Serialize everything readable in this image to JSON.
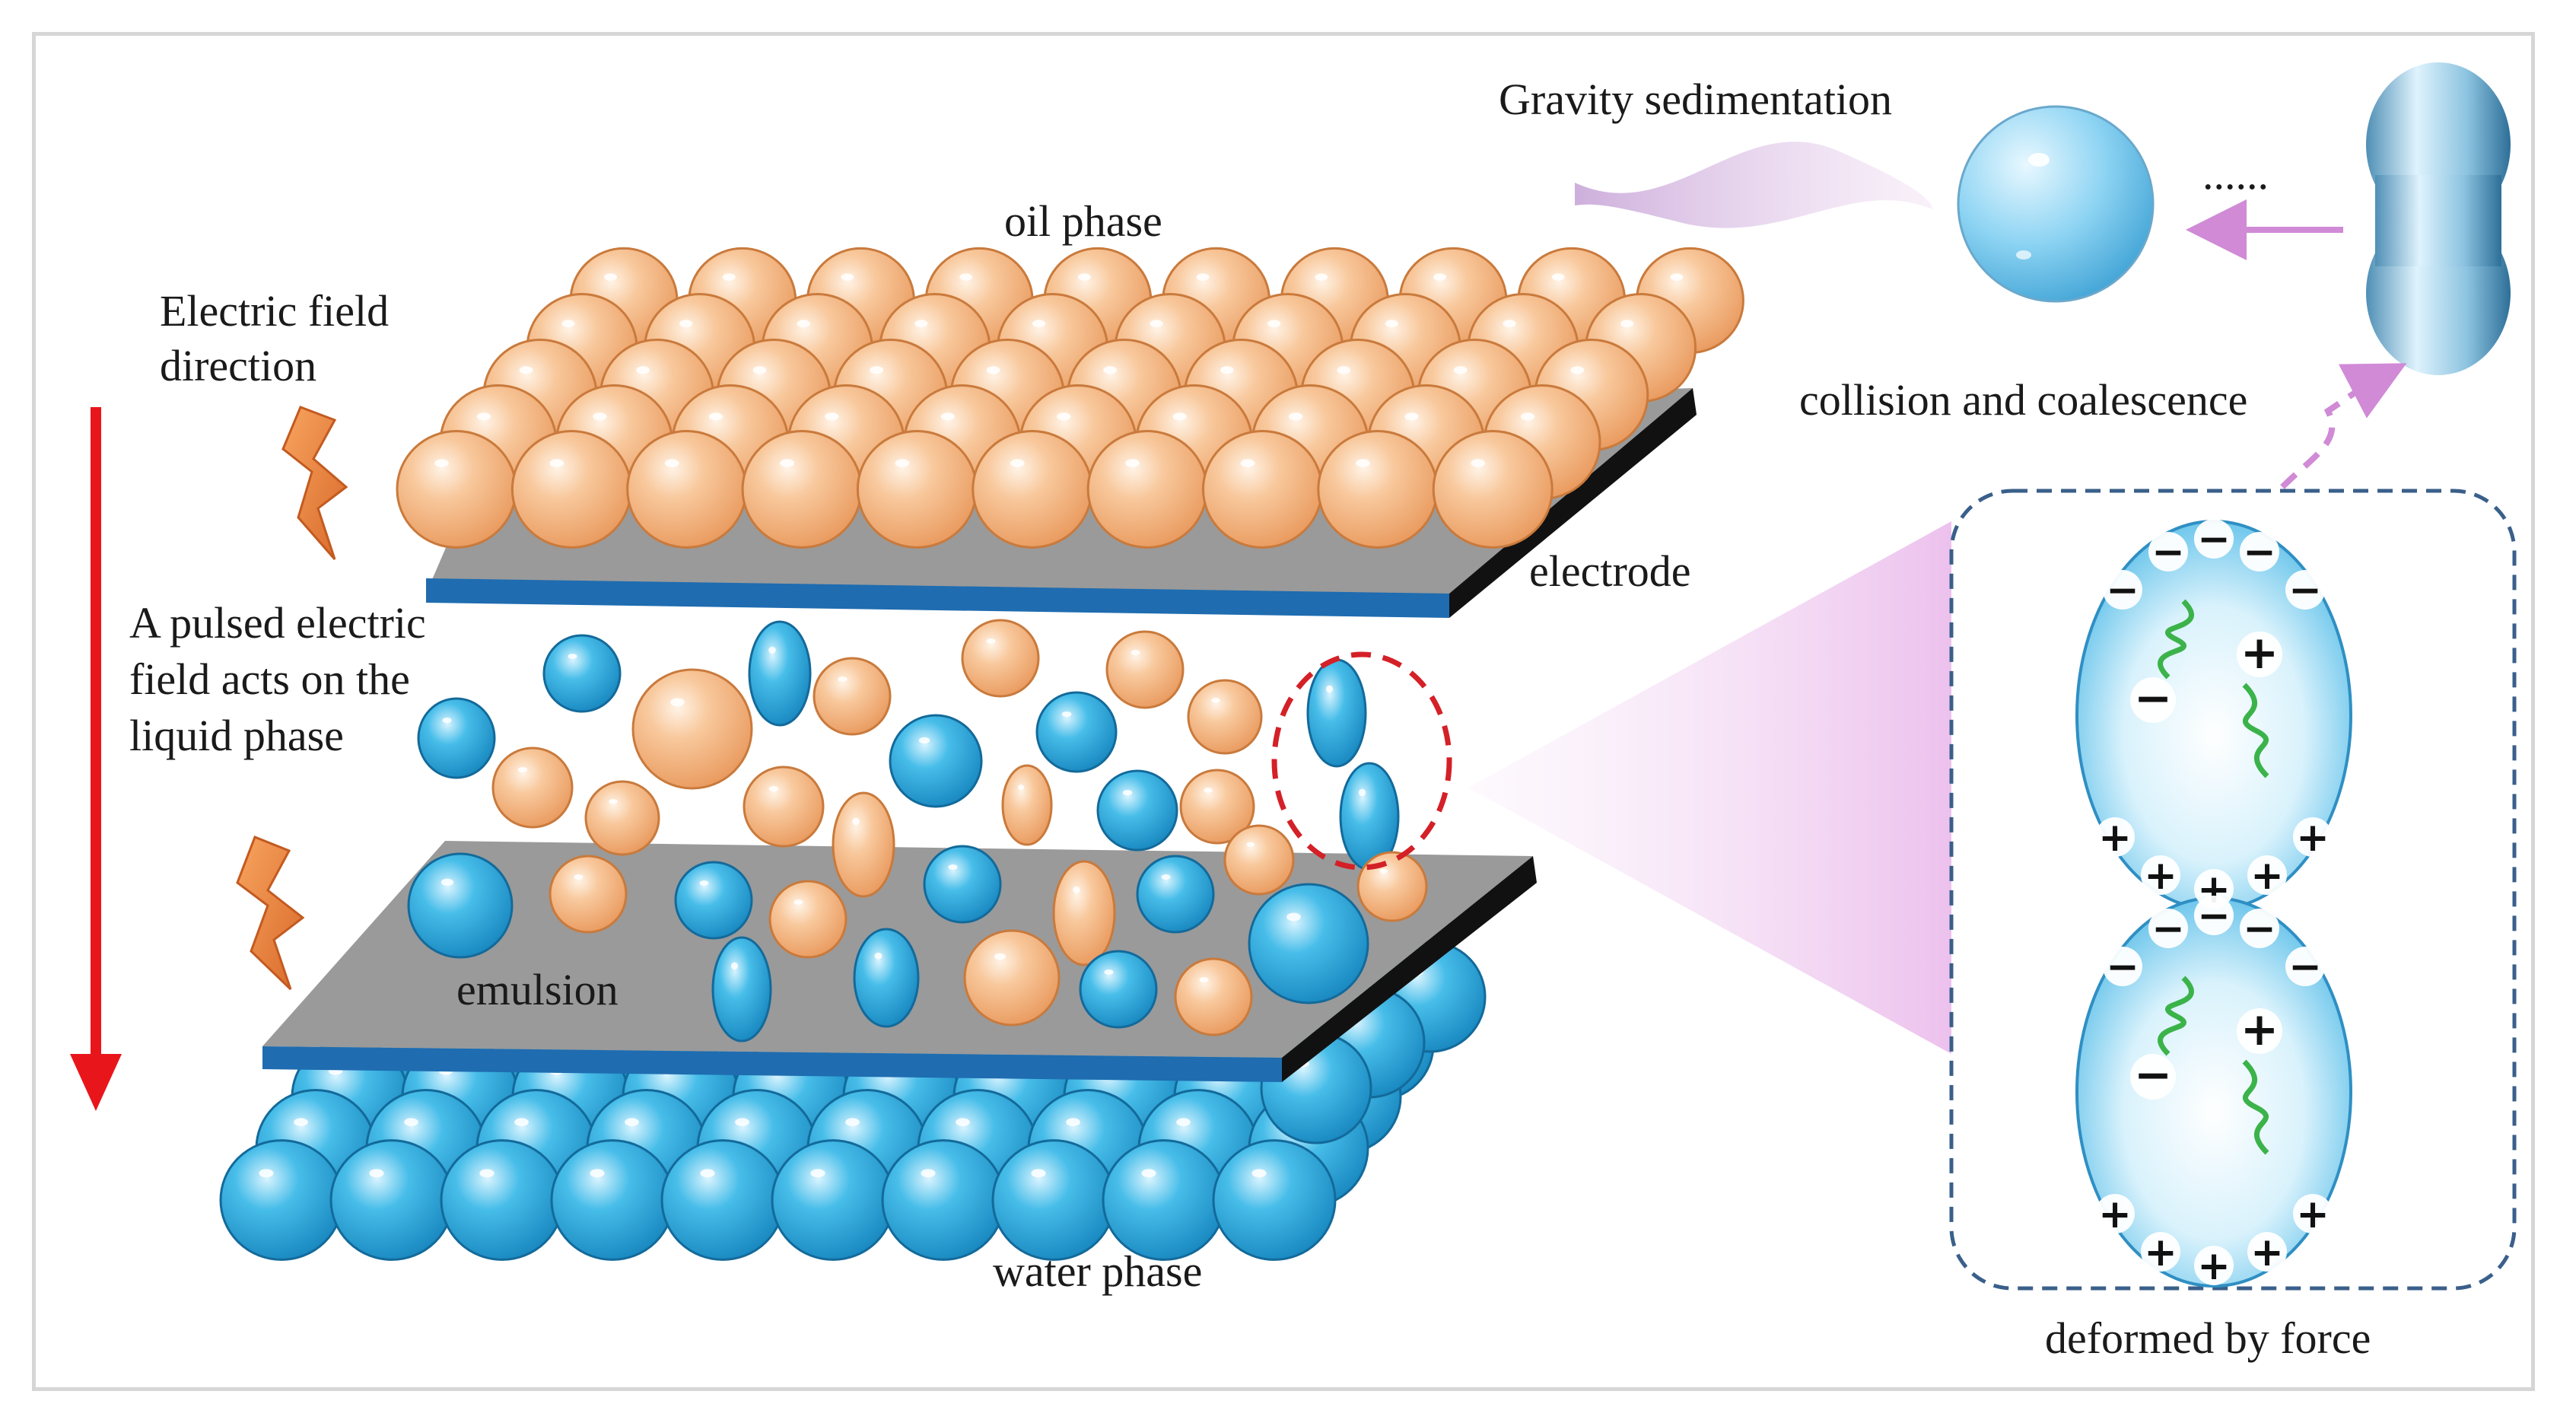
{
  "labels": {
    "gravity": "Gravity sedimentation",
    "dots": "......",
    "oil_phase": "oil phase",
    "electric_field_line1": "Electric field",
    "electric_field_line2": "direction",
    "collision": "collision and coalescence",
    "electrode": "electrode",
    "pulsed_line1": "A pulsed electric",
    "pulsed_line2": "field acts on the",
    "pulsed_line3": "liquid phase",
    "emulsion": "emulsion",
    "water_phase": "water phase",
    "deformed": "deformed by force"
  },
  "charges": {
    "negative": "−",
    "positive": "+"
  },
  "colors": {
    "oil": "#f5b887",
    "water": "#3aaee0",
    "plate_top": "#9a9a9a",
    "plate_edge": "#1f6cb0",
    "arrow": "#e8161b",
    "pink": "#e7b3e6",
    "dashed_red": "#d42027",
    "dashed_blue": "#3a5f8a"
  }
}
